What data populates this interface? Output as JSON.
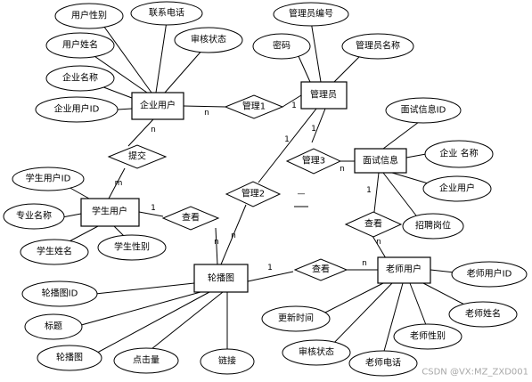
{
  "entities": {
    "enterprise_user": "企业用户",
    "admin": "管理员",
    "interview_info": "面试信息",
    "student_user": "学生用户",
    "carousel": "轮播图",
    "teacher_user": "老师用户"
  },
  "attributes": {
    "user_gender": "用户性别",
    "contact_phone": "联系电话",
    "user_name": "用户姓名",
    "audit_status": "审核状态",
    "company_name": "企业名称",
    "enterprise_user_id": "企业用户ID",
    "admin_no": "管理员编号",
    "password": "密码",
    "admin_name": "管理员名称",
    "interview_info_id": "面试信息ID",
    "interview_company_name": "企业 名称",
    "interview_enterprise_user": "企业用户",
    "job_position": "招聘岗位",
    "student_user_id": "学生用户ID",
    "major_name": "专业名称",
    "student_name": "学生姓名",
    "student_gender": "学生性别",
    "carousel_id": "轮播图ID",
    "title": "标题",
    "carousel_image": "轮播图",
    "click_count": "点击量",
    "link": "链接",
    "update_time": "更新时间",
    "teacher_audit_status": "审核状态",
    "teacher_phone": "老师电话",
    "teacher_gender": "老师性别",
    "teacher_name": "老师姓名",
    "teacher_user_id": "老师用户ID"
  },
  "relationships": {
    "manage1": "管理1",
    "manage2": "管理2",
    "manage3": "管理3",
    "submit": "提交",
    "view_student": "查看",
    "view_interview": "查看",
    "view_carousel": "查看"
  },
  "cardinalities": {
    "manage1_enterprise": "n",
    "manage1_admin": "1",
    "manage2_admin": "1",
    "manage2_carousel": "n",
    "manage3_admin": "1",
    "manage3_interview": "n",
    "submit_enterprise": "n",
    "submit_student": "m",
    "view_student_student": "1",
    "view_student_carousel": "n",
    "view_interview_interview": "1",
    "view_interview_teacher": "n",
    "view_carousel_carousel": "1",
    "view_carousel_teacher": "n"
  },
  "stray_mark": "—",
  "watermark": "CSDN @VX:MZ_ZXD001"
}
